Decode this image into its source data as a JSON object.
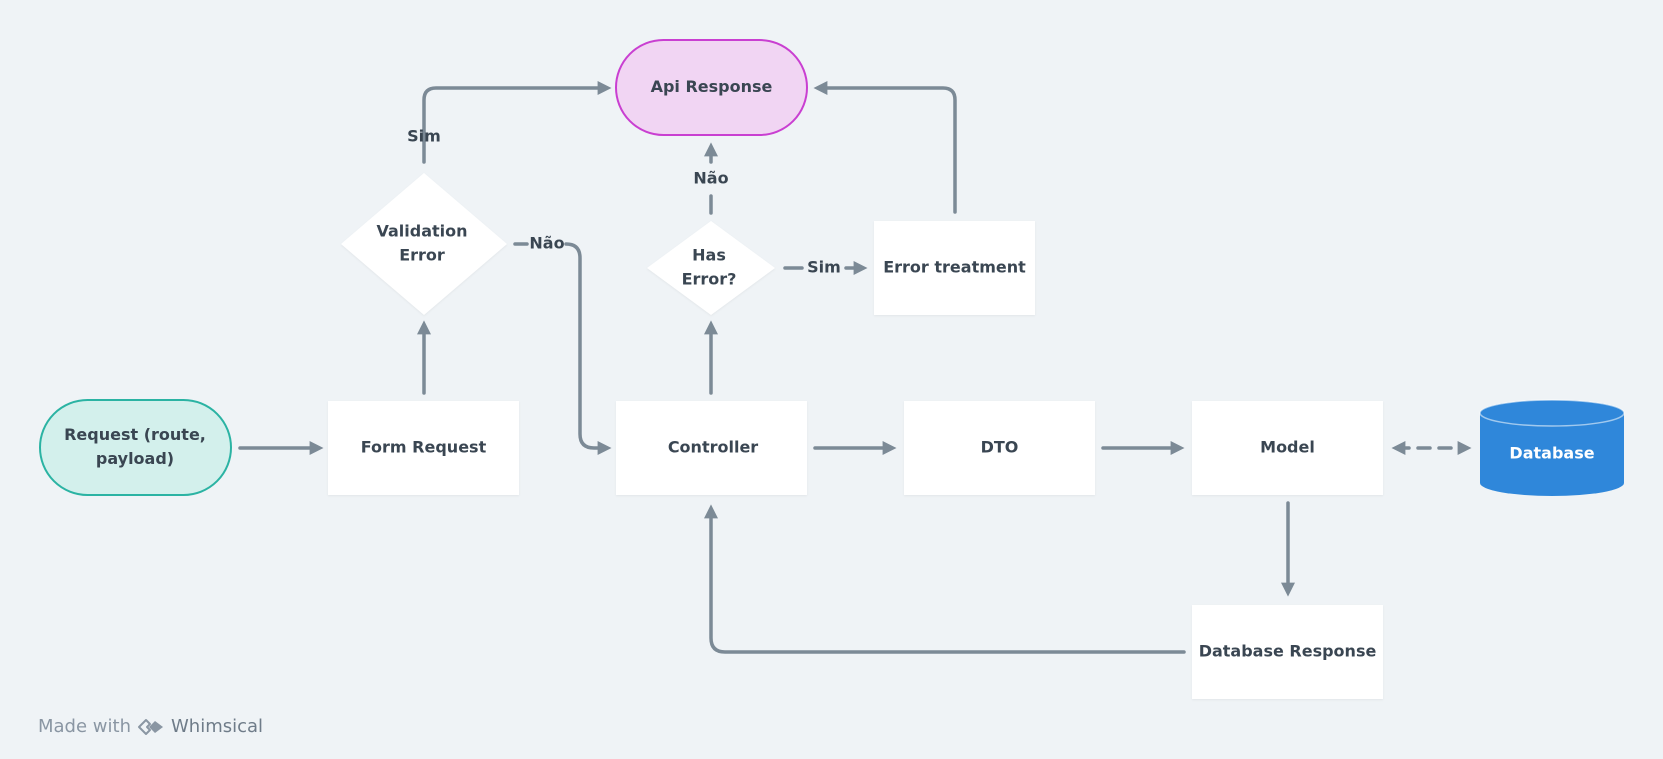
{
  "colors": {
    "background": "#eff3f6",
    "edge": "#7c8a96",
    "text": "#3a4652",
    "box": "#ffffff",
    "start_fill": "#d3f0ec",
    "start_stroke": "#2bb3a3",
    "end_fill": "#f1d5f3",
    "end_stroke": "#c93fd1",
    "database": "#2f87da"
  },
  "nodes": {
    "request": "Request (route,\npayload)",
    "form_request": "Form Request",
    "validation_error": "Validation\nError",
    "api_response": "Api Response",
    "controller": "Controller",
    "has_error": "Has\nError?",
    "error_treatment": "Error treatment",
    "dto": "DTO",
    "model": "Model",
    "database": "Database",
    "database_response": "Database Response"
  },
  "edge_labels": {
    "validation_sim": "Sim",
    "validation_nao": "Não",
    "has_error_nao": "Não",
    "has_error_sim": "Sim"
  },
  "footer": {
    "made_with": "Made with",
    "brand": "Whimsical",
    "brand_icon": "whimsical-logo-icon"
  }
}
